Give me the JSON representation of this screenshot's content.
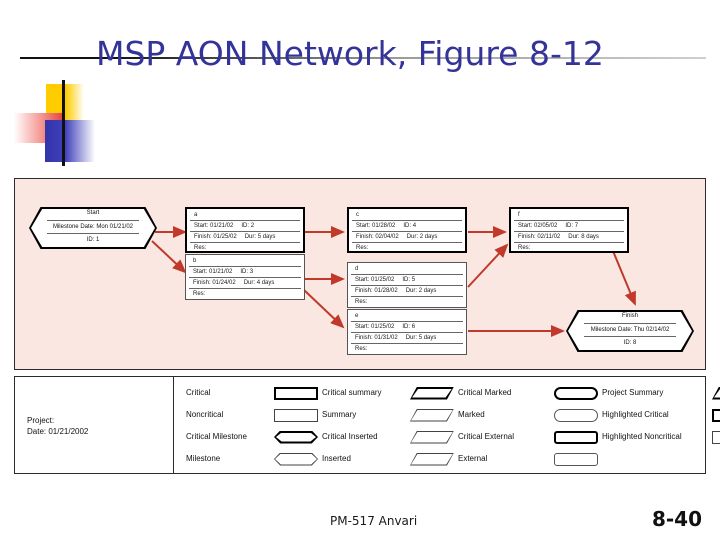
{
  "slide": {
    "title": "MSP AON Network, Figure 8-12",
    "title_color": "#333399",
    "diagram_bg": "#fae7e2",
    "arrow_color": "#c0392b"
  },
  "footer": {
    "course": "PM-517   Anvari",
    "page": "8-40"
  },
  "diagram": {
    "start_node": {
      "label": "Start",
      "milestone_date": "Milestone Date: Mon 01/21/02",
      "id": "ID: 1"
    },
    "finish_node": {
      "label": "Finish",
      "milestone_date": "Milestone Date: Thu 02/14/02",
      "id": "ID: 8"
    },
    "tasks": [
      {
        "name": "a",
        "start": "Start: 01/21/02",
        "id": "ID: 2",
        "finish": "Finish: 01/25/02",
        "dur": "Dur: 5 days",
        "res": "Res:",
        "critical": true
      },
      {
        "name": "b",
        "start": "Start: 01/21/02",
        "id": "ID: 3",
        "finish": "Finish: 01/24/02",
        "dur": "Dur: 4 days",
        "res": "Res:",
        "critical": false
      },
      {
        "name": "c",
        "start": "Start: 01/28/02",
        "id": "ID: 4",
        "finish": "Finish: 02/04/02",
        "dur": "Dur: 2 days",
        "res": "Res:",
        "critical": true
      },
      {
        "name": "d",
        "start": "Start: 01/25/02",
        "id": "ID: 5",
        "finish": "Finish: 01/28/02",
        "dur": "Dur: 2 days",
        "res": "Res:",
        "critical": false
      },
      {
        "name": "e",
        "start": "Start: 01/25/02",
        "id": "ID: 6",
        "finish": "Finish: 01/31/02",
        "dur": "Dur: 5 days",
        "res": "Res:",
        "critical": false
      },
      {
        "name": "f",
        "start": "Start: 02/05/02",
        "id": "ID: 7",
        "finish": "Finish: 02/11/02",
        "dur": "Dur: 8 days",
        "res": "Res:",
        "critical": true
      }
    ]
  },
  "legend": {
    "project_label": "Project:\nDate: 01/21/2002",
    "items": [
      {
        "label": "Critical",
        "shape": "sw-rect-bold"
      },
      {
        "label": "Critical summary",
        "shape": "sw-par-bold"
      },
      {
        "label": "Critical Marked",
        "shape": "sw-round-bold"
      },
      {
        "label": "Project Summary",
        "shape": "sw-par-bold"
      },
      {
        "label": "Noncritical",
        "shape": "sw-rect-thin"
      },
      {
        "label": "Summary",
        "shape": "sw-par-thin"
      },
      {
        "label": "Marked",
        "shape": "sw-round-thin"
      },
      {
        "label": "Highlighted Critical",
        "shape": "sw-rect-bold"
      },
      {
        "label": "Critical Milestone",
        "shape": "sw-hex-bold"
      },
      {
        "label": "Critical Inserted",
        "shape": "sw-par-thin"
      },
      {
        "label": "Critical External",
        "shape": "sw-rrect-bold"
      },
      {
        "label": "Highlighted Noncritical",
        "shape": "sw-rect-thin"
      },
      {
        "label": "Milestone",
        "shape": "sw-hex-thin"
      },
      {
        "label": "Inserted",
        "shape": "sw-par-thin"
      },
      {
        "label": "External",
        "shape": "sw-rrect-thin"
      },
      {
        "label": "",
        "shape": ""
      }
    ]
  }
}
